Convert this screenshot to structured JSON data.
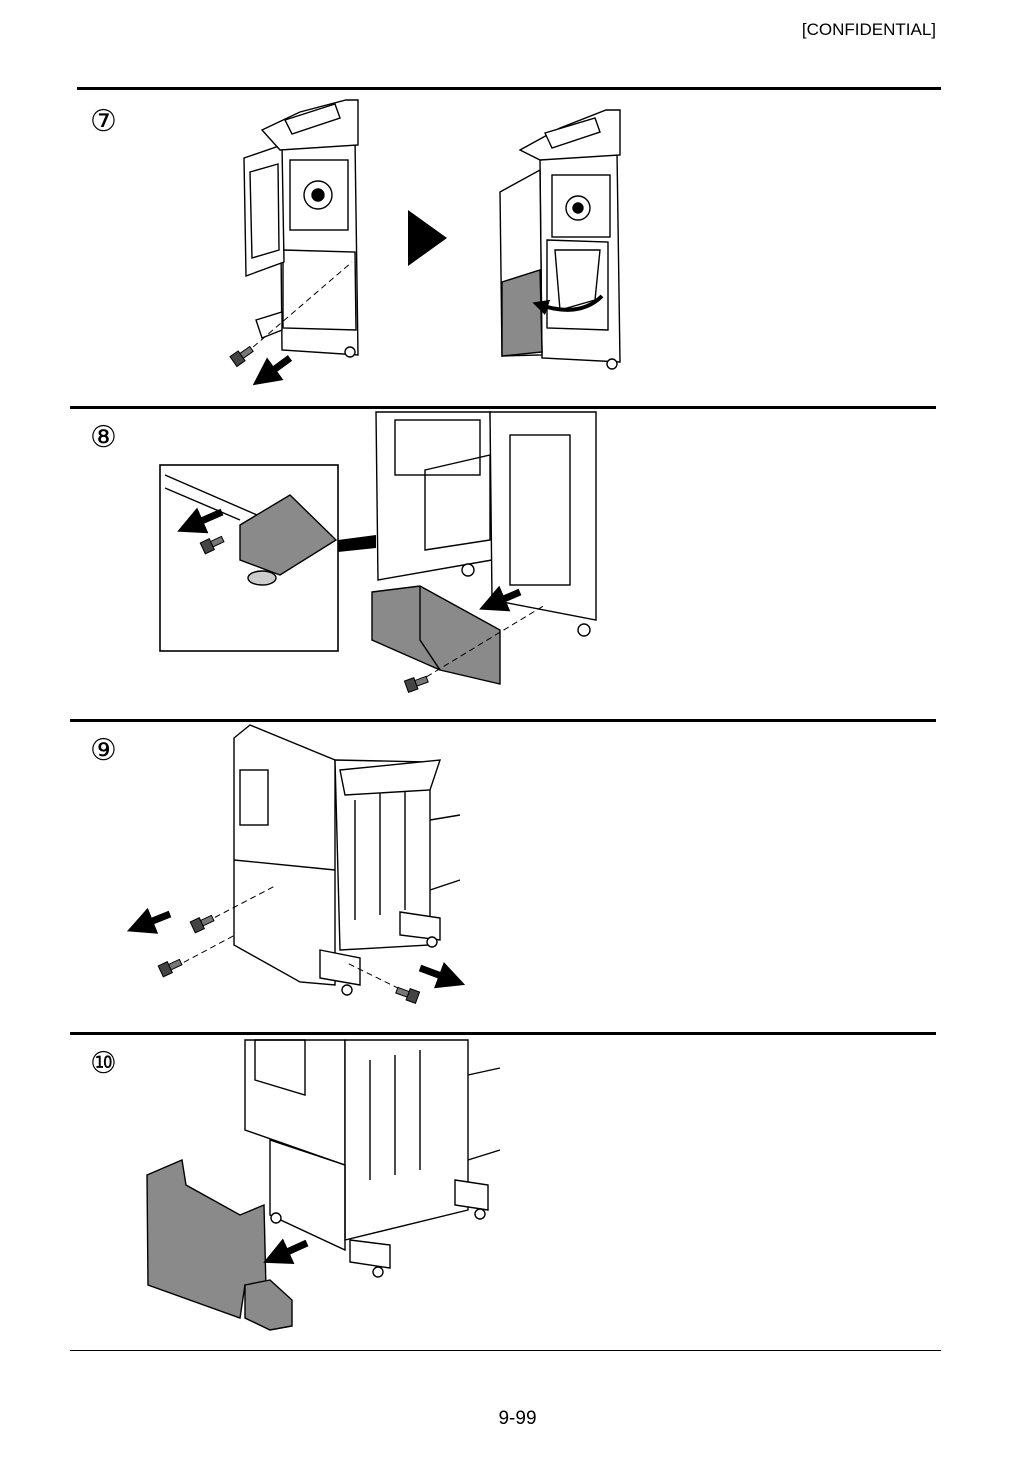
{
  "header": {
    "confidential": "[CONFIDENTIAL]"
  },
  "steps": [
    {
      "number": "⑦"
    },
    {
      "number": "⑧"
    },
    {
      "number": "⑨"
    },
    {
      "number": "⑩"
    }
  ],
  "footer": {
    "page_number": "9-99"
  },
  "colors": {
    "cover_gray": "#8a8a8a",
    "line": "#000000"
  }
}
